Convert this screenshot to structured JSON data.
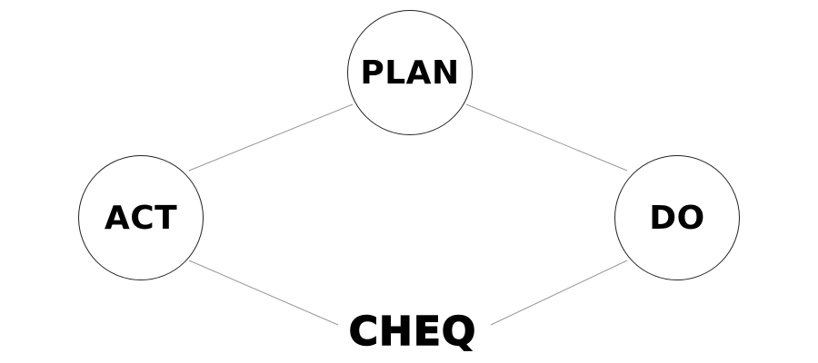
{
  "nodes": {
    "plan": "PLAN",
    "do": "DO",
    "act": "ACT"
  },
  "logo": "CHEQ",
  "colors": {
    "line": "#999999",
    "circle": "#222222",
    "text": "#000000"
  }
}
